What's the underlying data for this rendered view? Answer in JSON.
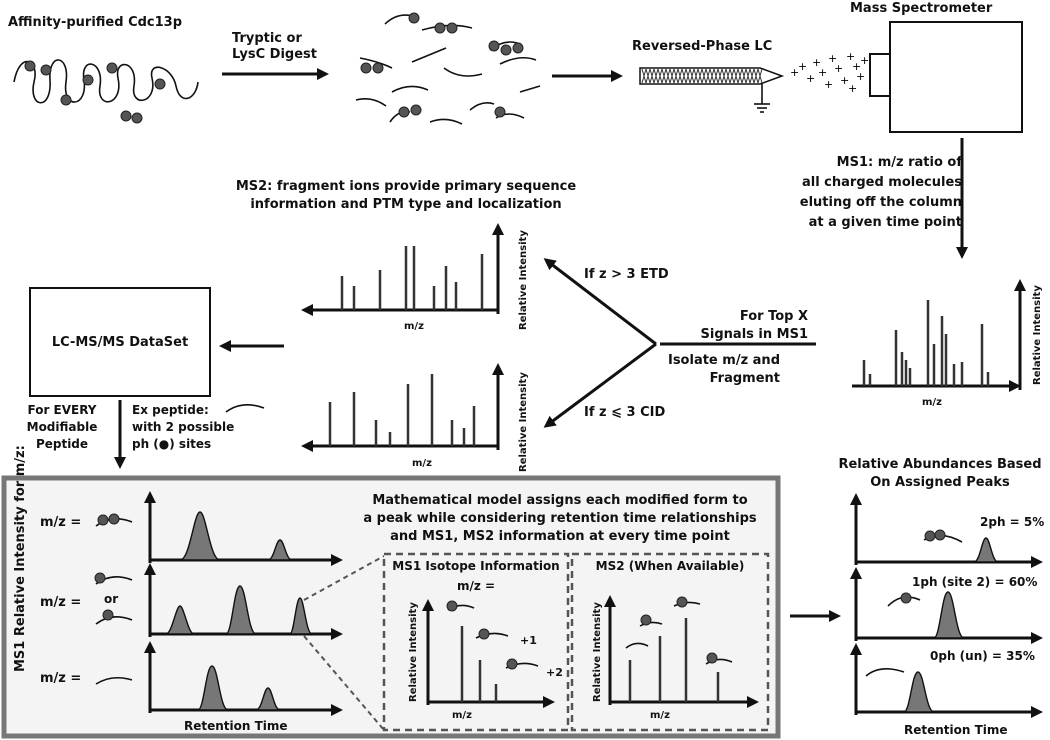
{
  "labels": {
    "affinity": "Affinity-purified Cdc13p",
    "digest_1": "Tryptic or",
    "digest_2": "LysC Digest",
    "rplc": "Reversed-Phase LC",
    "mass_spec": "Mass Spectrometer",
    "ms1_desc": [
      "MS1: m/z ratio of",
      "all charged molecules",
      "eluting off the column",
      "at a given time point"
    ],
    "ms2_desc": [
      "MS2: fragment ions provide primary sequence",
      "information and PTM type and localization"
    ],
    "etd": "If z > 3 ETD",
    "cid": "If z ⩽ 3 CID",
    "top_x": [
      "For Top X",
      "Signals in MS1"
    ],
    "isolate": [
      "Isolate m/z and",
      "Fragment"
    ],
    "dataset": "LC-MS/MS DataSet",
    "for_every": [
      "For EVERY",
      "Modifiable",
      "Peptide"
    ],
    "ex_peptide": [
      "Ex peptide:",
      "with 2 possible",
      "ph (●) sites"
    ],
    "mz": "m/z",
    "relative_intensity": "Relative Intensity",
    "ms1_rel_int": "MS1 Relative Intensity for m/z:",
    "mz_eq": "m/z =",
    "or": "or",
    "retention_time": "Retention Time",
    "model_desc": [
      "Mathematical model assigns each modified form to",
      "a peak while considering retention time relationships",
      "and MS1, MS2 information at every time point"
    ],
    "isotope_title": "MS1 Isotope Information",
    "isotope_mz": "m/z =",
    "plus1": "+1",
    "plus2": "+2",
    "ms2_avail": "MS2 (When Available)",
    "abund_title": [
      "Relative Abundances Based",
      "On Assigned Peaks"
    ],
    "ph2": "2ph = 5%",
    "ph1": "1ph (site 2) = 60%",
    "ph0": "0ph (un) = 35%",
    "retention_time_right": "Retention Time"
  },
  "colors": {
    "ink": "#111111",
    "fill": "#777777",
    "dot": "#555555",
    "panel_border": "#777777",
    "panel_bg": "#f4f4f4"
  }
}
